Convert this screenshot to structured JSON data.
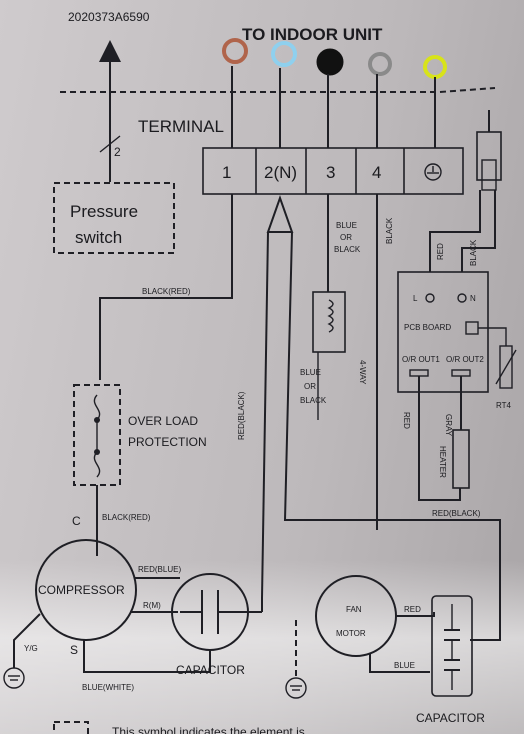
{
  "model_code": "2020373A6590",
  "header": "TO INDOOR UNIT",
  "terminal": {
    "label": "TERMINAL",
    "slots": [
      "1",
      "2(N)",
      "3",
      "4"
    ]
  },
  "pressure": {
    "count": "2",
    "line1": "Pressure",
    "line2": "switch"
  },
  "wire_labels": {
    "black_red_top": "BLACK(RED)",
    "red_black_mid": "RED(BLACK)",
    "black_red_comp": "BLACK(RED)",
    "red_blue": "RED(BLUE)",
    "r_m": "R(M)",
    "c": "C",
    "s": "S",
    "blue_white": "BLUE(WHITE)",
    "yg": "Y/G",
    "blue_or_black_1": "BLUE",
    "blue_or_black_2": "OR",
    "blue_or_black_3": "BLACK",
    "black_vert": "BLACK",
    "red_v": "RED",
    "black_v": "BLACK",
    "red_black_right": "RED(BLACK)",
    "fan_red": "RED",
    "fan_blue": "BLUE",
    "blue_small_1": "BLUE",
    "blue_small_2": "OR",
    "blue_small_3": "BLACK",
    "four_way": "4-WAY"
  },
  "overload": {
    "line1": "OVER LOAD",
    "line2": "PROTECTION"
  },
  "compressor": "COMPRESSOR",
  "capacitor_left": "CAPACITOR",
  "capacitor_right": "CAPACITOR",
  "fan_motor": {
    "line1": "FAN",
    "line2": "MOTOR"
  },
  "pcb": {
    "title": "PCB BOARD",
    "l": "L",
    "n": "N",
    "out1": "O/R OUT1",
    "out2": "O/R OUT2",
    "rt": "RT4",
    "heater": "HEATER",
    "red": "RED",
    "gray": "GRAY"
  },
  "footer_note": "This symbol indicates the element is",
  "wire_marker_colors": {
    "marker_1": "#b0644b",
    "marker_2": "#8fd0ee",
    "marker_3": "#111111",
    "marker_4": "#8a8a8a",
    "marker_5": "#d8e31a"
  }
}
